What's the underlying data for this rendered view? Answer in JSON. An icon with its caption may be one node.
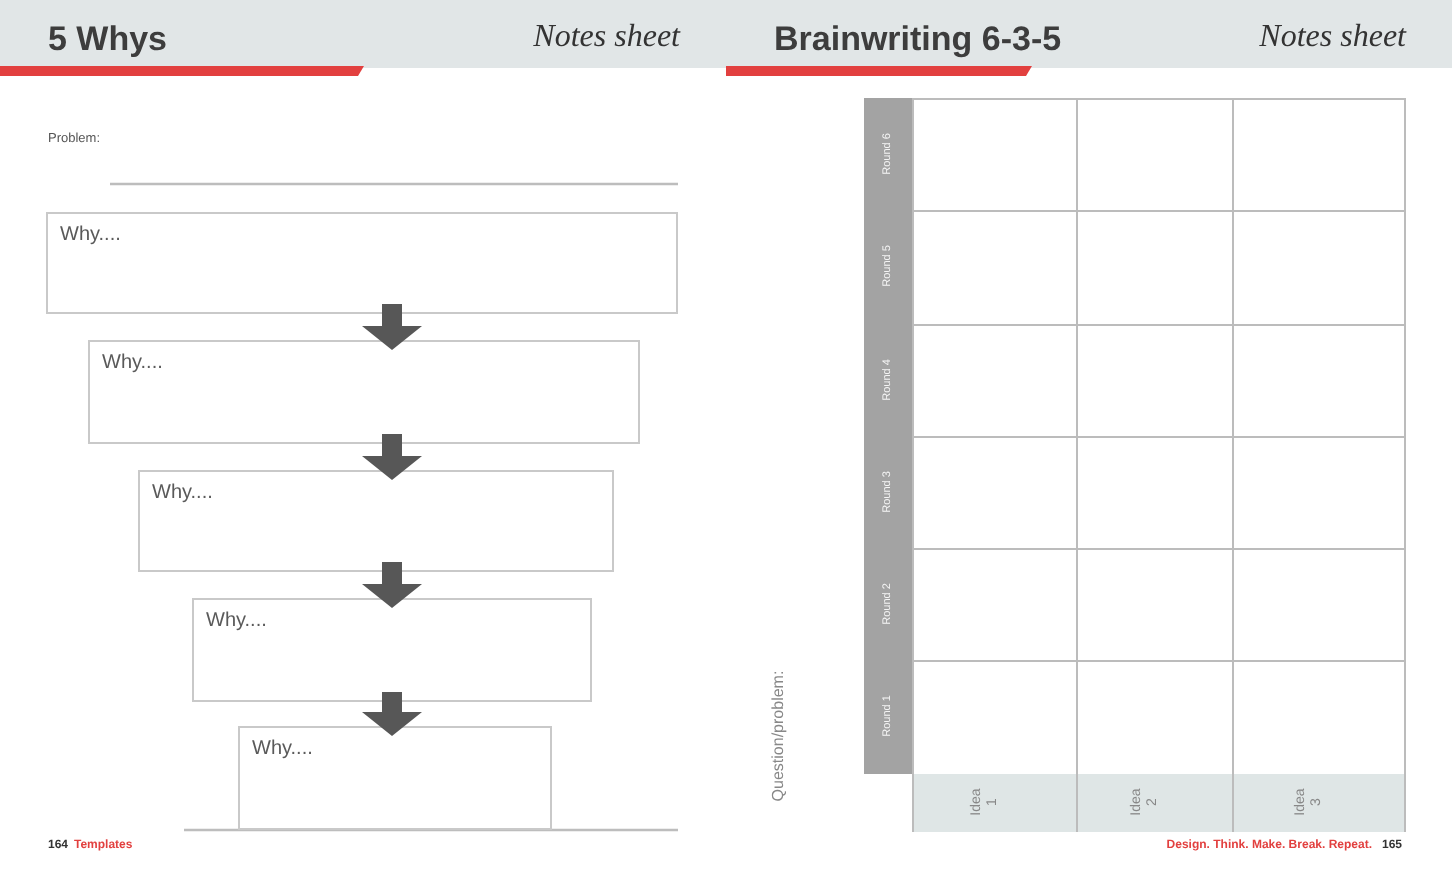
{
  "diagram": {
    "nodes": [
      {
        "text": [
          "Why...."
        ]
      },
      {
        "text": [
          "Why...."
        ]
      },
      {
        "text": [
          "Why...."
        ]
      },
      {
        "text": [
          "Why...."
        ]
      },
      {
        "text": [
          "Why...."
        ]
      }
    ],
    "edges": [
      {
        "from": 0,
        "to": 1,
        "arrow": "to"
      },
      {
        "from": 1,
        "to": 2,
        "arrow": "to"
      },
      {
        "from": 2,
        "to": 3,
        "arrow": "to"
      },
      {
        "from": 3,
        "to": 4,
        "arrow": "to"
      }
    ],
    "labels": [
      "5 Whys",
      "Notes sheet",
      "Problem:",
      "164",
      "Templates",
      "Brainwriting 6-3-5",
      "Notes sheet",
      "Round 6",
      "Round 5",
      "Round 4",
      "Round 3",
      "Round 2",
      "Round 1",
      "Question/problem:",
      "Idea 1",
      "Idea 2",
      "Idea 3",
      "Design. Think. Make. Break. Repeat.",
      "165"
    ]
  }
}
